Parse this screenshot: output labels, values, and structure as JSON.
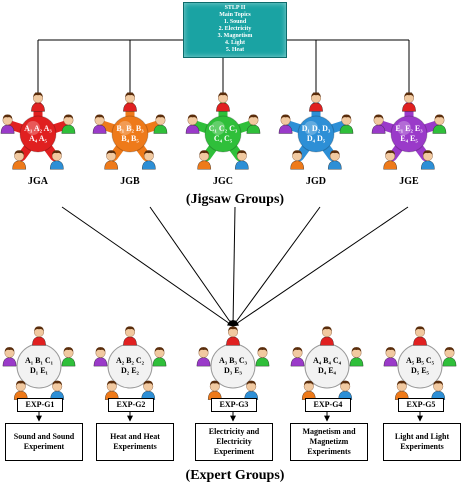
{
  "top": {
    "lines": [
      "STLP II",
      "Main Topics",
      "1. Sound",
      "2. Electricity",
      "3. Magnetism",
      "4. Light",
      "5. Heat"
    ]
  },
  "jigsaw": {
    "caption": "(Jigsaw Groups)",
    "groups": [
      {
        "label": "JGA",
        "line1": "A₁ A₂ A₃",
        "line2": "A₄ A₅",
        "color": "#e02020"
      },
      {
        "label": "JGB",
        "line1": "B₁ B₂ B₃",
        "line2": "B₄ B₅",
        "color": "#ee7a1a"
      },
      {
        "label": "JGC",
        "line1": "C₁ C₂ C₃",
        "line2": "C₄ C₅",
        "color": "#2fbf3a"
      },
      {
        "label": "JGD",
        "line1": "D₁ D₂ D₃",
        "line2": "D₄ D₅",
        "color": "#2d8fd6"
      },
      {
        "label": "JGE",
        "line1": "E₁ E₂ E₃",
        "line2": "E₄ E₅",
        "color": "#9a3ac9"
      }
    ]
  },
  "expert": {
    "caption": "(Expert Groups)",
    "groups": [
      {
        "label": "EXP-G1",
        "line1": "A₁ B₁ C₁",
        "line2": "D₁ E₁",
        "topic": "Sound and Sound Experiment"
      },
      {
        "label": "EXP-G2",
        "line1": "A₂ B₂ C₂",
        "line2": "D₂ E₂",
        "topic": "Heat and Heat Experiments"
      },
      {
        "label": "EXP-G3",
        "line1": "A₃ B₃ C₃",
        "line2": "D₃ E₃",
        "topic": "Electricity and Electricity Experiment"
      },
      {
        "label": "EXP-G4",
        "line1": "A₄ B₄ C₄",
        "line2": "D₄ E₄",
        "topic": "Magnetism and Magnetizm Experiments"
      },
      {
        "label": "EXP-G5",
        "line1": "A₅ B₅ C₅",
        "line2": "D₅ E₅",
        "topic": "Light and Light Experiments"
      }
    ]
  },
  "colors": {
    "top_box": "#1aa3a3",
    "expert_circle": "#f2f2f2",
    "person_shirts": [
      "#e02020",
      "#2fbf3a",
      "#2d8fd6",
      "#ee7a1a",
      "#9a3ac9"
    ]
  }
}
